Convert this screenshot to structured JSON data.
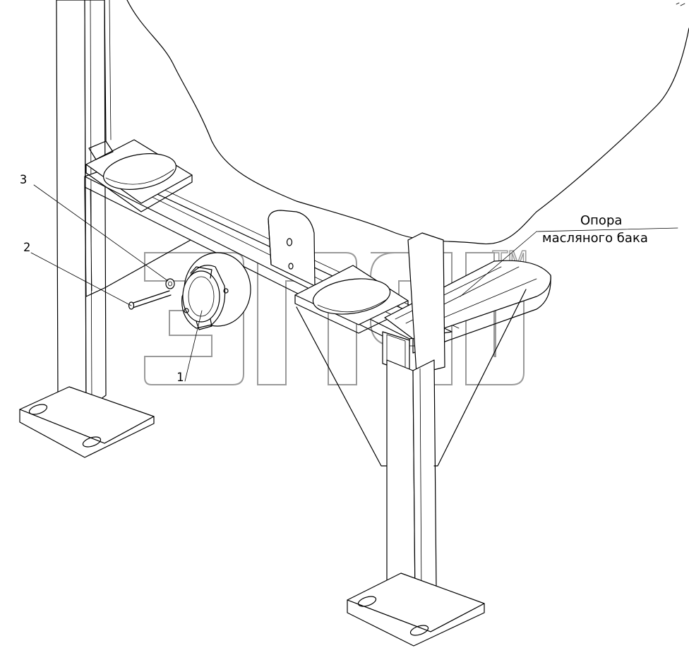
{
  "callouts": {
    "item1": "1",
    "item2": "2",
    "item3": "3"
  },
  "annotation": {
    "line1": "Опора",
    "line2": "масляного бака"
  },
  "watermark": {
    "tm": "TM"
  },
  "colors": {
    "line": "#000000",
    "watermark": "#9a9a9a",
    "background": "#ffffff"
  }
}
